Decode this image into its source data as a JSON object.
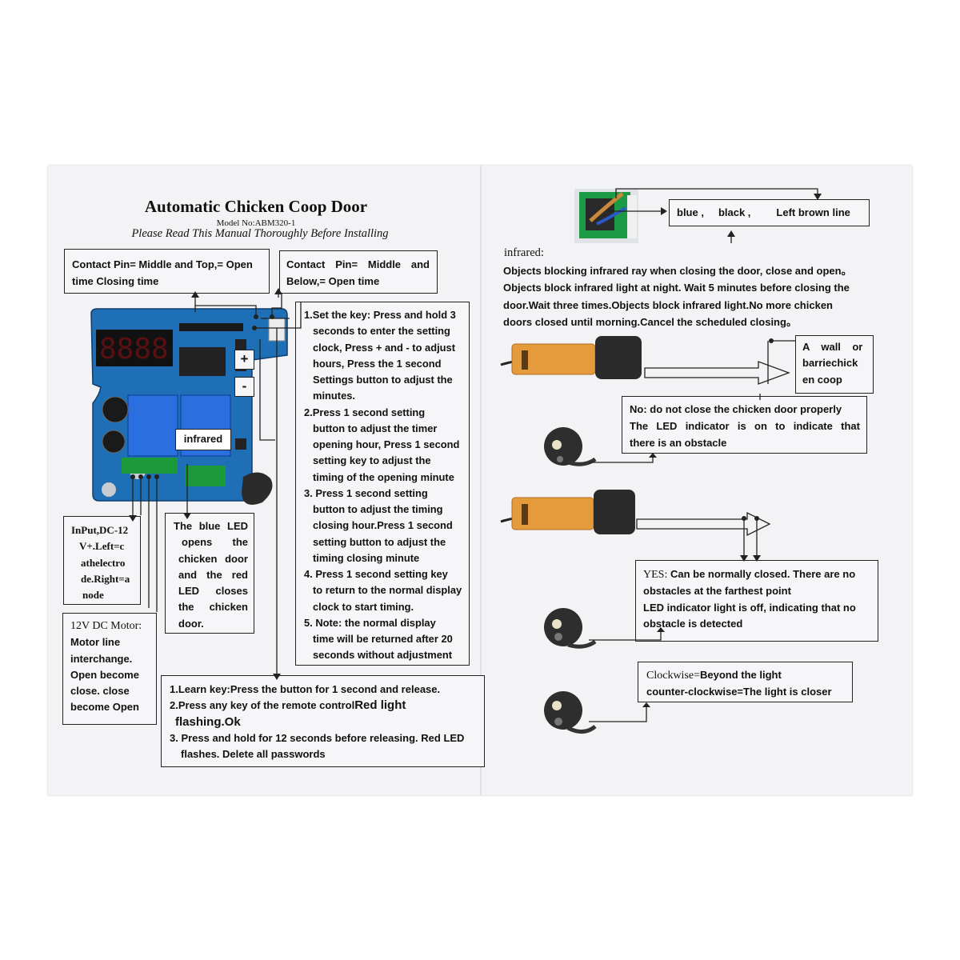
{
  "header": {
    "title": "Automatic Chicken Coop Door",
    "model": "Model No:ABM320-1",
    "subtitle": "Please Read This Manual Thoroughly Before Installing"
  },
  "left": {
    "contact_top": [
      "Contact Pin= Middle and Top,= Open",
      "time Closing time"
    ],
    "contact_below": [
      "Contact   Pin=   Middle   and",
      "Below,=    Open time"
    ],
    "board_labels": {
      "infrared": "infrared",
      "plus": "+",
      "minus": "-"
    },
    "input_box": [
      "InPut,DC-12",
      "V+.Left=c",
      "athelectro",
      "de.Right=a",
      "node"
    ],
    "motor_box": {
      "title": "12V DC Motor:",
      "lines": [
        "Motor line",
        "interchange.",
        "Open become",
        "close. close",
        "become Open"
      ]
    },
    "led_box": [
      "The blue LED",
      "opens      the",
      "chicken door",
      "and  the  red",
      "LED    closes",
      "the    chicken",
      "door."
    ],
    "setup_steps": [
      "1.Set the key: Press and hold 3",
      "seconds to enter the setting",
      "clock, Press + and - to adjust",
      "hours, Press the 1 second",
      "Settings button to adjust the",
      "minutes.",
      "2.Press 1 second setting",
      "button to adjust the timer",
      "opening hour, Press 1 second",
      "setting key to adjust the",
      "timing of the opening minute",
      "3. Press 1 second setting",
      "button to adjust the timing",
      "closing hour.Press 1 second",
      "setting button to adjust the",
      "timing closing minute",
      "4. Press 1 second setting key",
      "to return to the normal display",
      "clock to start timing.",
      "5.  Note: the normal display",
      "time will be returned after 20",
      "seconds without adjustment"
    ],
    "learn_box": [
      "1.Learn key:Press the button for 1 second and release.",
      "2.Press any key of the remote control",
      "Red light",
      "flashing.Ok",
      "3. Press and hold for 12 seconds before releasing. Red LED",
      "flashes. Delete all passwords"
    ]
  },
  "right": {
    "wire_colors": [
      "blue ,",
      "black ,",
      "Left brown line"
    ],
    "infrared_label": "infrared:",
    "infrared_desc": [
      "Objects blocking infrared ray when closing the door, close and open。",
      "Objects block infrared light at night. Wait 5 minutes before closing the",
      "door.Wait three times.Objects block infrared light.No more chicken",
      "doors closed until morning.Cancel the scheduled closing。"
    ],
    "wall_box": [
      "A    wall    or",
      "barriechick",
      "en coop"
    ],
    "no_box": [
      "No: do not close the chicken door properly",
      "The  LED  indicator  is  on  to  indicate  that",
      "there is an obstacle"
    ],
    "yes_box": {
      "prefix": "YES:",
      "lines": [
        " Can be normally closed. There are no",
        "obstacles at the farthest point",
        "LED indicator light is off, indicating that no",
        "obstacle is detected"
      ]
    },
    "clockwise_box": {
      "prefix": "Clockwise=",
      "lines": [
        "Beyond the light",
        "counter-clockwise=The light is closer"
      ]
    }
  }
}
